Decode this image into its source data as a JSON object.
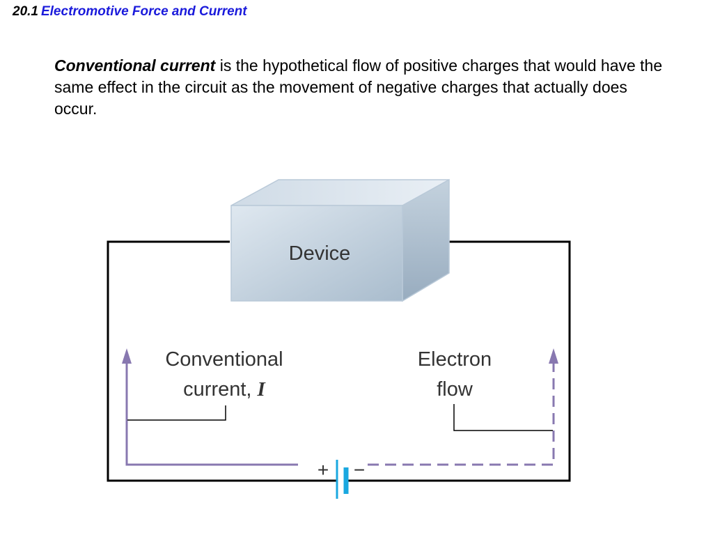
{
  "header": {
    "section_number": "20.1",
    "section_title": "Electromotive Force and Current"
  },
  "paragraph": {
    "term": "Conventional current",
    "text": " is the hypothetical flow of positive charges that would have the same effect in the circuit as the movement of negative charges that actually does occur."
  },
  "diagram": {
    "device_label": "Device",
    "conventional_label_line1": "Conventional",
    "conventional_label_line2": "current, ",
    "conventional_symbol": "I",
    "electron_label_line1": "Electron",
    "electron_label_line2": "flow",
    "battery_plus": "+",
    "battery_minus": "−",
    "colors": {
      "wire": "#000000",
      "flow_arrow": "#8878b0",
      "battery_plate": "#1aa8e0",
      "box_front": "#b8c8d8",
      "box_top": "#d8e2ec",
      "box_side": "#a8b8c8"
    }
  }
}
